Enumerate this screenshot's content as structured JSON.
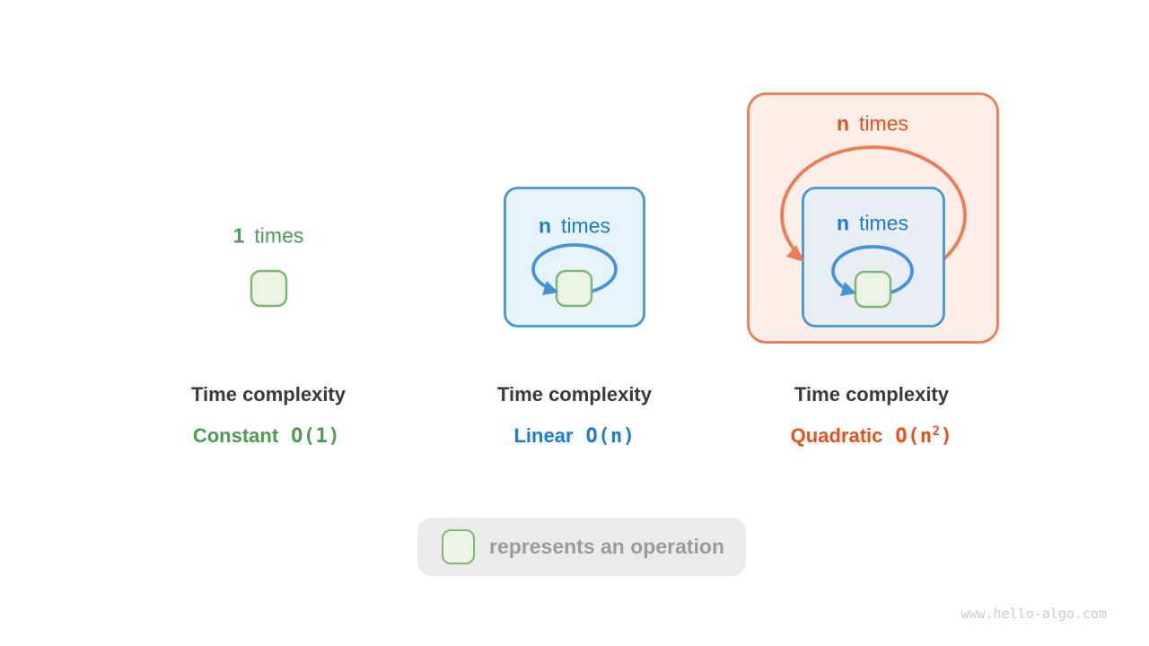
{
  "colors": {
    "green_text": "#4e9c52",
    "green_border": "#80b877",
    "green_fill": "#eaf3e4",
    "blue_text": "#1b7dd2",
    "blue_border": "#4597d9",
    "blue_box_fill": "#e8f4fb",
    "blue_inner_fill": "#e9edf4",
    "blue_loop": "#4394dc",
    "orange_text": "#e8511a",
    "orange_accent": "#ef7b52",
    "orange_fill": "#fdeee7",
    "title_color": "#3a3a3a",
    "legend_bg": "#ebebeb",
    "legend_text_color": "#9b9b9b",
    "watermark_color": "#cccccc",
    "page_bg": "#ffffff"
  },
  "diagrams": {
    "constant": {
      "count": "1",
      "times": "times"
    },
    "linear": {
      "count": "n",
      "times": "times"
    },
    "quadratic_outer": {
      "count": "n",
      "times": "times"
    },
    "quadratic_inner": {
      "count": "n",
      "times": "times"
    }
  },
  "cards": [
    {
      "title": "Time complexity",
      "name": "Constant",
      "o_open": "O(",
      "o_arg": "1",
      "o_sup": "",
      "o_close": ")"
    },
    {
      "title": "Time complexity",
      "name": "Linear",
      "o_open": "O(",
      "o_arg": "n",
      "o_sup": "",
      "o_close": ")"
    },
    {
      "title": "Time complexity",
      "name": "Quadratic",
      "o_open": "O(",
      "o_arg": "n",
      "o_sup": "2",
      "o_close": ")"
    }
  ],
  "legend": {
    "text": "represents an operation"
  },
  "watermark": {
    "text": "www.hello-algo.com"
  }
}
